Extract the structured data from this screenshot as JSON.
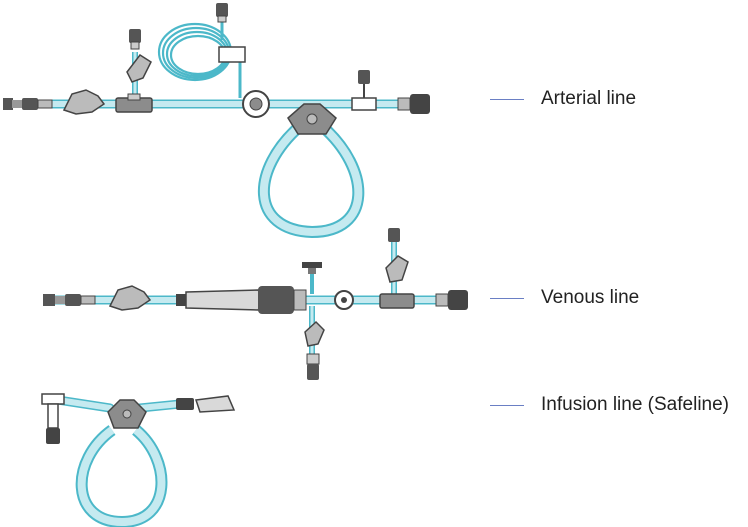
{
  "labels": {
    "arterial": "Arterial line",
    "venous": "Venous line",
    "infusion": "Infusion line (Safeline)"
  },
  "colors": {
    "tube_fill": "#c5eaf0",
    "tube_edge": "#4cb8c9",
    "part_dark": "#444444",
    "part_mid": "#8c8c8c",
    "part_light": "#d9d9d9",
    "leader_line": "#6a7fc4"
  }
}
